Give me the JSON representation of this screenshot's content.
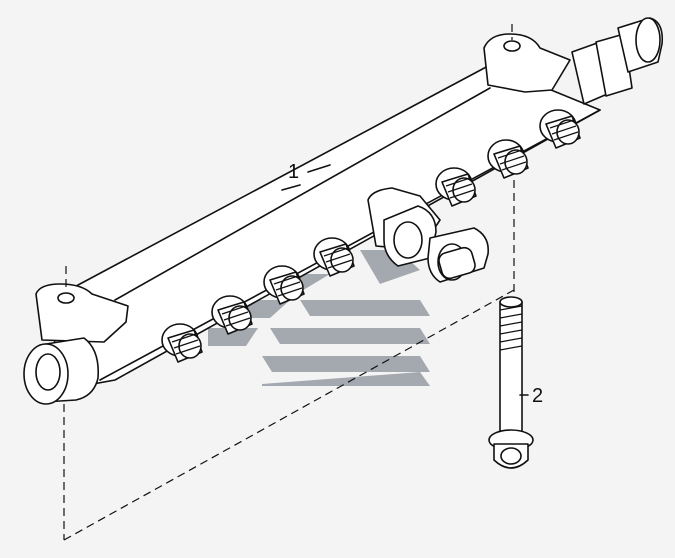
{
  "diagram": {
    "callouts": [
      {
        "id": "1",
        "label": "1"
      },
      {
        "id": "2",
        "label": "2"
      }
    ],
    "colors": {
      "background": "#f4f4f4",
      "line": "#111111",
      "watermark": "#8a8f99"
    },
    "watermark": "logo-emblem"
  }
}
